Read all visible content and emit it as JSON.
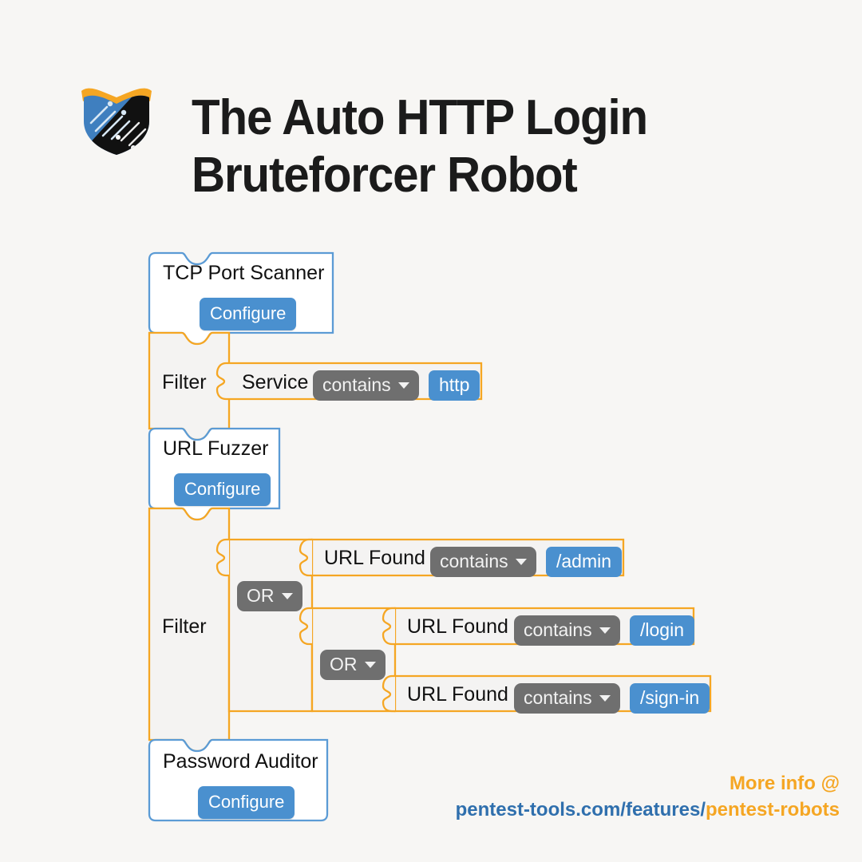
{
  "header": {
    "logo_icon": "shield-logo",
    "title_line1": "The Auto HTTP Login",
    "title_line2": "Bruteforcer Robot"
  },
  "colors": {
    "background": "#f7f6f4",
    "tool_block_border": "#5b9bd5",
    "filter_block_border": "#f5a623",
    "block_fill": "#f4f3f2",
    "tool_fill": "#ffffff",
    "accent_blue": "#4a90cf",
    "accent_orange": "#f5a623",
    "gray_pill": "#6f6f6f",
    "link_blue": "#2f6fad"
  },
  "workflow": {
    "steps": [
      {
        "type": "tool",
        "name": "TCP Port Scanner",
        "button_label": "Configure"
      },
      {
        "type": "filter",
        "label": "Filter",
        "conditions": [
          {
            "field": "Service",
            "operator": "contains",
            "value": "http"
          }
        ]
      },
      {
        "type": "tool",
        "name": "URL Fuzzer",
        "button_label": "Configure"
      },
      {
        "type": "filter",
        "label": "Filter",
        "group_operator_1": "OR",
        "group_operator_2": "OR",
        "conditions": [
          {
            "field": "URL Found",
            "operator": "contains",
            "value": "/admin"
          },
          {
            "field": "URL Found",
            "operator": "contains",
            "value": "/login"
          },
          {
            "field": "URL Found",
            "operator": "contains",
            "value": "/sign-in"
          }
        ]
      },
      {
        "type": "tool",
        "name": "Password Auditor",
        "button_label": "Configure"
      }
    ]
  },
  "footer": {
    "more_info": "More info @",
    "url_prefix": "pentest-tools.com/features/",
    "url_highlight": "pentest-robots"
  }
}
